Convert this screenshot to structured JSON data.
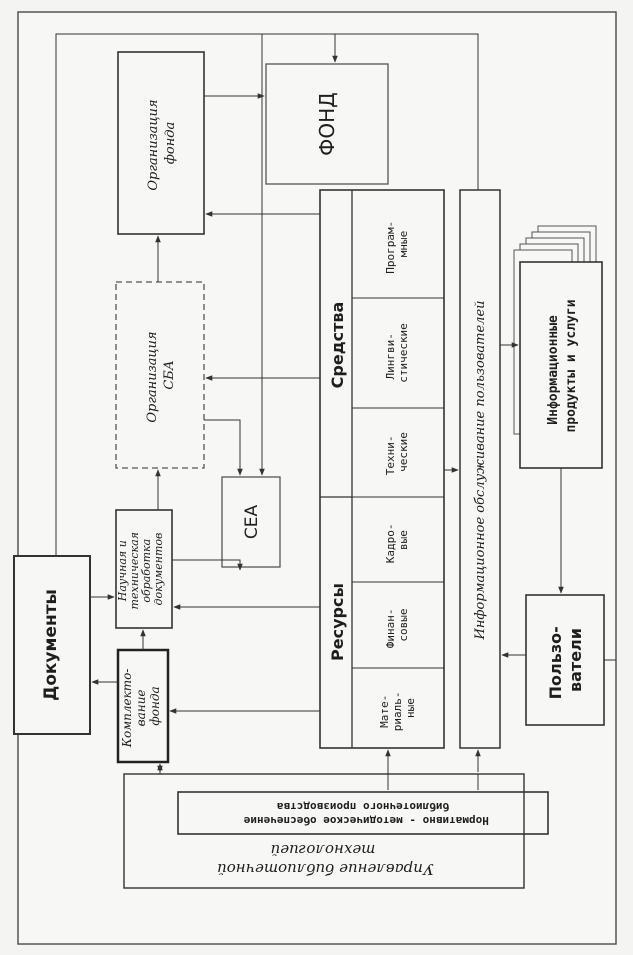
{
  "diagram": {
    "blocks": {
      "dokumenty": "Документы",
      "komplektovanie": [
        "Комплекто-",
        "вание",
        "фонда"
      ],
      "obrabotka": [
        "Научная и",
        "техническая",
        "обработка",
        "документов"
      ],
      "sea": "СЕА",
      "organizatsiya_sea": [
        "Организация",
        "СБА"
      ],
      "organizatsiya_fonda": [
        "Организация",
        "фонда"
      ],
      "fond": "ФОНД",
      "resursy": "Ресурсы",
      "sredstva": "Средства",
      "resursy_items": [
        [
          "Мате-",
          "риаль-",
          "ные"
        ],
        [
          "Финан-",
          "совые"
        ],
        [
          "Кадро-",
          "вые"
        ],
        [
          "Техни-",
          "ческие"
        ]
      ],
      "sredstva_items": [
        [
          "Лингви-",
          "стические"
        ],
        [
          "Програм-",
          "мные"
        ]
      ],
      "info_obsluzhivanie": "Информационное обслуживание пользователей",
      "info_produkty": [
        "Информационные",
        "продукты и услуги"
      ],
      "polzovateli": [
        "Пользо-",
        "ватели"
      ],
      "normativno": [
        "Нормативно - методическое обеспечение",
        "библиотечного производства"
      ],
      "upravlenie": [
        "Управление библиотечной",
        "технологией"
      ]
    }
  }
}
